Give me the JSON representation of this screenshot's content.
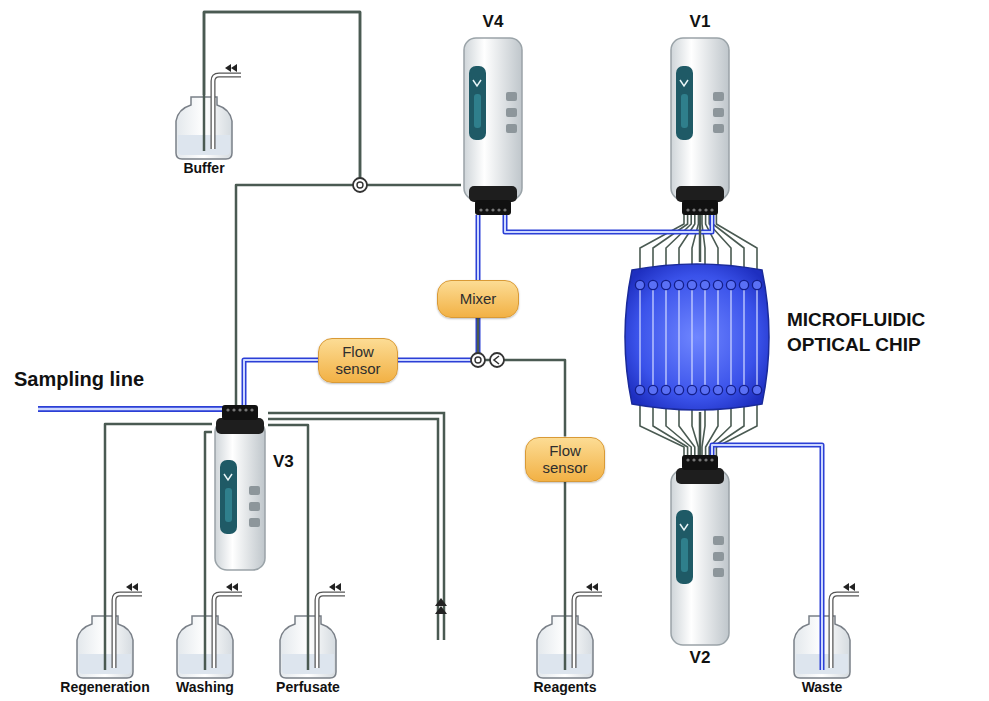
{
  "diagram": {
    "nodes": [
      {
        "text": [
          "Buffer"
        ]
      },
      {
        "text": [
          "V4"
        ]
      },
      {
        "text": [
          "V1"
        ]
      },
      {
        "text": [
          "MICROFLUIDIC OPTICAL CHIP"
        ]
      },
      {
        "text": [
          "Mixer"
        ]
      },
      {
        "text": [
          "Flow sensor"
        ]
      },
      {
        "text": [
          "V3"
        ]
      },
      {
        "text": [
          "Flow sensor"
        ]
      },
      {
        "text": [
          "V2"
        ]
      },
      {
        "text": [
          "Regeneration"
        ]
      },
      {
        "text": [
          "Washing"
        ]
      },
      {
        "text": [
          "Perfusate"
        ]
      },
      {
        "text": [
          "Reagents"
        ]
      },
      {
        "text": [
          "Waste"
        ]
      }
    ],
    "edges": [
      {
        "from": 0,
        "to": 1,
        "arrow": "none"
      },
      {
        "from": 0,
        "to": 6,
        "arrow": "none"
      },
      {
        "from": 1,
        "to": 2,
        "arrow": "none"
      },
      {
        "from": 1,
        "to": 4,
        "arrow": "none"
      },
      {
        "from": 4,
        "to": 5,
        "arrow": "none"
      },
      {
        "from": 5,
        "to": 6,
        "arrow": "none"
      },
      {
        "from": 12,
        "to": 7,
        "arrow": "none"
      },
      {
        "from": 7,
        "to": 4,
        "arrow": "none"
      },
      {
        "from": 2,
        "to": 3,
        "arrow": "none"
      },
      {
        "from": 3,
        "to": 8,
        "arrow": "none"
      },
      {
        "from": 8,
        "to": 13,
        "arrow": "none"
      },
      {
        "from": 6,
        "to": 9,
        "arrow": "none"
      },
      {
        "from": 6,
        "to": 10,
        "arrow": "none"
      },
      {
        "from": 6,
        "to": 11,
        "arrow": "none"
      }
    ],
    "labels": [
      "Sampling line"
    ]
  }
}
